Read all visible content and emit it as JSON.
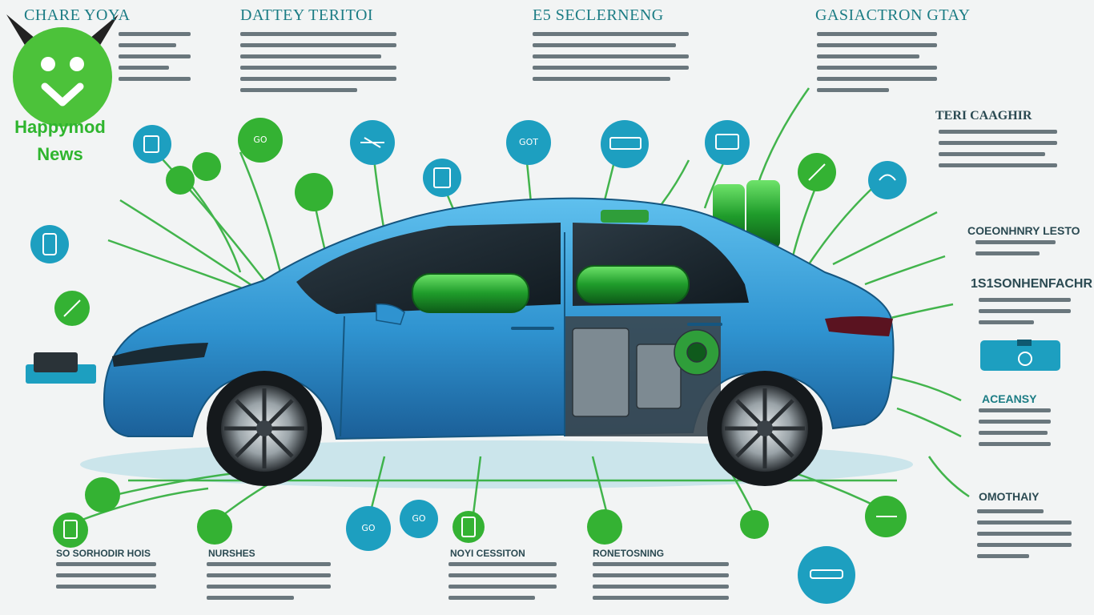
{
  "headings": {
    "top_1": "CHARE YOYA",
    "top_2": "DATTEY TERITOI",
    "top_3": "E5 SECLERNENG",
    "top_4": "GASIACTRON  GTAY",
    "right_1": "TERI CAAGHIR",
    "right_2": "COEONHNRY LESTO",
    "right_3": "1S1SONHENFACHR",
    "right_4": "ACEANSY",
    "right_5": "OMOTHAIY",
    "bottom_1": "SO SORHODIR HOIS",
    "bottom_2": "NURSHES",
    "bottom_3": "NOYI CESSITON",
    "bottom_4": "RONETOSNING"
  },
  "logo": {
    "name_line_1": "Happymod",
    "name_line_2": "News"
  },
  "icons": {
    "top_left_icon": "GO",
    "top_center_icon": "GOT",
    "bottom_left_icon": "GO",
    "bottom_center_icon": "GO"
  },
  "colors": {
    "car_body": "#3d9fd6",
    "battery_green": "#34b233",
    "accent_teal": "#1d9fc0",
    "logo_green": "#4cc23a",
    "heading_teal": "#1b7c84",
    "heading_green": "#2a8a3a"
  }
}
